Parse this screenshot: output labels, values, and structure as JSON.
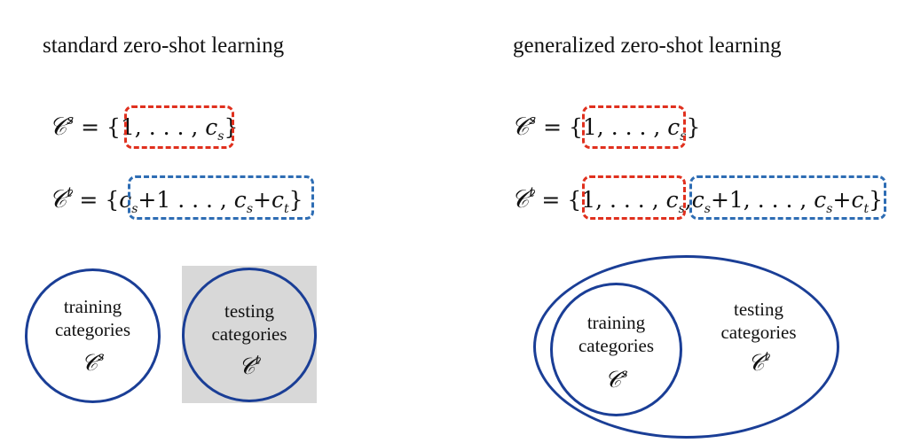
{
  "left": {
    "heading": "standard zero-shot learning",
    "eq_seen": {
      "lhs_sym": "𝒞",
      "lhs_sup": "s",
      "eq": "=",
      "open": "{",
      "body_a": "1, . . . , ",
      "body_c": "c",
      "body_sub": "s",
      "close": "}"
    },
    "eq_unseen": {
      "lhs_sym": "𝒞",
      "lhs_sup": "t",
      "eq": "=",
      "open": "{",
      "c1": "c",
      "c1_sub": "s",
      "mid": "+1 . . . , ",
      "c2": "c",
      "c2_sub": "s",
      "plus": "+",
      "c3": "c",
      "c3_sub": "t",
      "close": "}"
    },
    "train_circle": {
      "line1": "training",
      "line2": "categories",
      "sym": "𝒞",
      "sup": "s"
    },
    "test_circle": {
      "line1": "testing",
      "line2": "categories",
      "sym": "𝒞",
      "sup": "t"
    }
  },
  "right": {
    "heading": "generalized zero-shot learning",
    "eq_seen": {
      "lhs_sym": "𝒞",
      "lhs_sup": "s",
      "eq": "=",
      "open": "{",
      "body_a": "1, . . . , ",
      "body_c": "c",
      "body_sub": "s",
      "close": "}"
    },
    "eq_unseen": {
      "lhs_sym": "𝒞",
      "lhs_sup": "t",
      "eq": "=",
      "open": "{",
      "p1": "1, . . . , ",
      "p1c": "c",
      "p1_sub": "s",
      "comma": ",",
      "c1": "c",
      "c1_sub": "s",
      "mid": "+1, . . . , ",
      "c2": "c",
      "c2_sub": "s",
      "plus": "+",
      "c3": "c",
      "c3_sub": "t",
      "close": "}"
    },
    "train_circle": {
      "line1": "training",
      "line2": "categories",
      "sym": "𝒞",
      "sup": "s"
    },
    "test_region": {
      "line1": "testing",
      "line2": "categories",
      "sym": "𝒞",
      "sup": "t"
    }
  },
  "colors": {
    "seen_box": "#e0301e",
    "unseen_box": "#2e6db4",
    "circle": "#1a3e96",
    "test_bg": "#d8d8d8"
  }
}
